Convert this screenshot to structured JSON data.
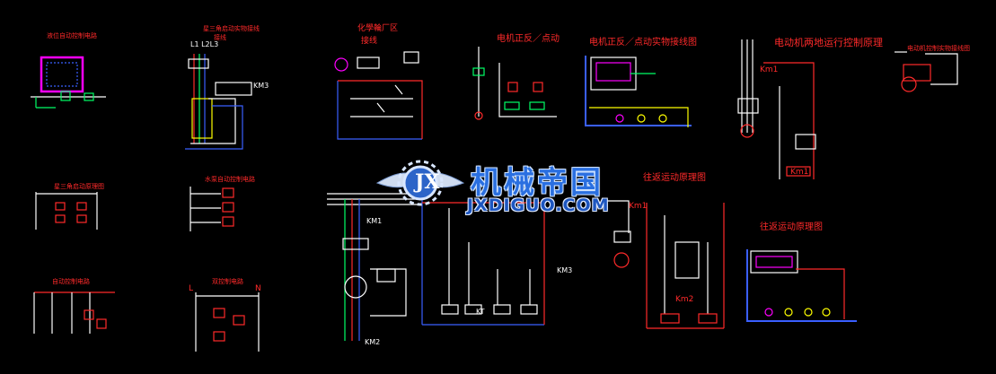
{
  "diagram": {
    "titles": {
      "t1": "电机正反／点动",
      "t2": "电机正反／点动实物接线图",
      "t3": "电动机两地运行控制原理",
      "t4": "往返运动原理图",
      "t5": "往返运动原理图",
      "t6": "化學輪厂区",
      "t6b": "接线",
      "t7": "星三角启动实物接线",
      "t7b": "接线",
      "t8": "星三角启动原理图",
      "t9": "水泵自动控制电路",
      "t10": "自动控制电路",
      "t11": "双控制电路",
      "t12": "电动机控制实物接线图",
      "t13": "液位自动控制电路"
    },
    "labels": {
      "km1": "KM1",
      "km2": "KM2",
      "km3": "KM3",
      "km_1": "Km1",
      "km_2": "Km2",
      "kt": "KT",
      "l1l2l3": "L1 L2L3",
      "l": "L",
      "n": "N"
    },
    "watermark": {
      "cn": "机械帝国",
      "en": "JXDIGUO.COM",
      "logo": "JX"
    }
  }
}
